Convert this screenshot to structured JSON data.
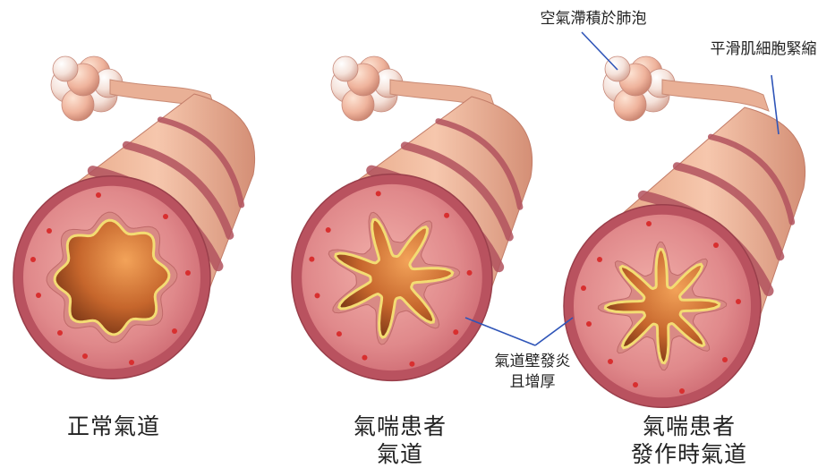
{
  "panels": [
    {
      "caption": [
        "正常氣道"
      ]
    },
    {
      "caption": [
        "氣喘患者",
        "氣道"
      ]
    },
    {
      "caption": [
        "氣喘患者",
        "發作時氣道"
      ]
    }
  ],
  "annotations": {
    "air_trapped": "空氣滯積於肺泡",
    "muscle_contraction": "平滑肌細胞緊縮",
    "wall_inflamed": [
      "氣道壁發炎",
      "且增厚"
    ]
  },
  "colors": {
    "ring_outer": "#b9525f",
    "ring_mid": "#d88a90",
    "lumen_dark": "#7a3512",
    "lumen_light": "#e8934c",
    "lumen_edge": "#f3dc73",
    "leader_line": "#2f55b8"
  }
}
